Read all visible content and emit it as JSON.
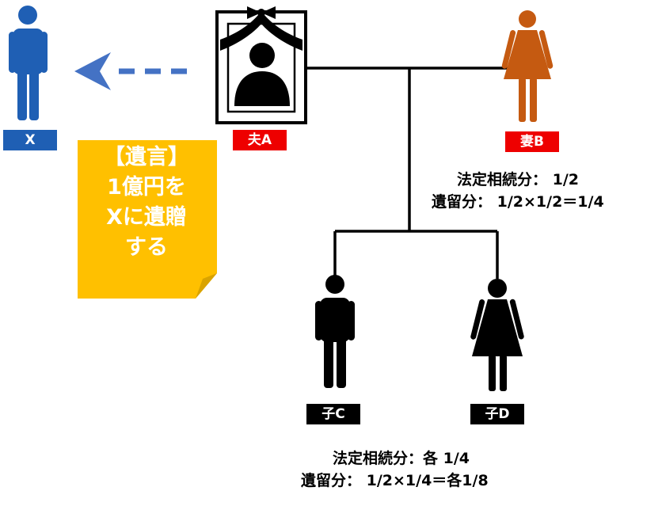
{
  "persons": {
    "x": {
      "label": "X",
      "color": "#1f5fb4"
    },
    "a": {
      "label": "夫A",
      "color": "#ee0000"
    },
    "b": {
      "label": "妻B",
      "color": "#ee0000",
      "figure_color": "#c55a11"
    },
    "c": {
      "label": "子C",
      "color": "#000000"
    },
    "d": {
      "label": "子D",
      "color": "#000000"
    }
  },
  "will_note": {
    "lines": [
      "【遺言】",
      "1億円を",
      "Xに遺贈",
      "する"
    ],
    "color": "#ffc000"
  },
  "arrow": {
    "color": "#4472c4"
  },
  "shares": {
    "b": {
      "line1": "法定相続分： 1/2",
      "line2": "遺留分： 1/2×1/2＝1/4"
    },
    "cd": {
      "line1": "法定相続分：各 1/4",
      "line2": "遺留分： 1/2×1/4＝各1/8"
    }
  }
}
